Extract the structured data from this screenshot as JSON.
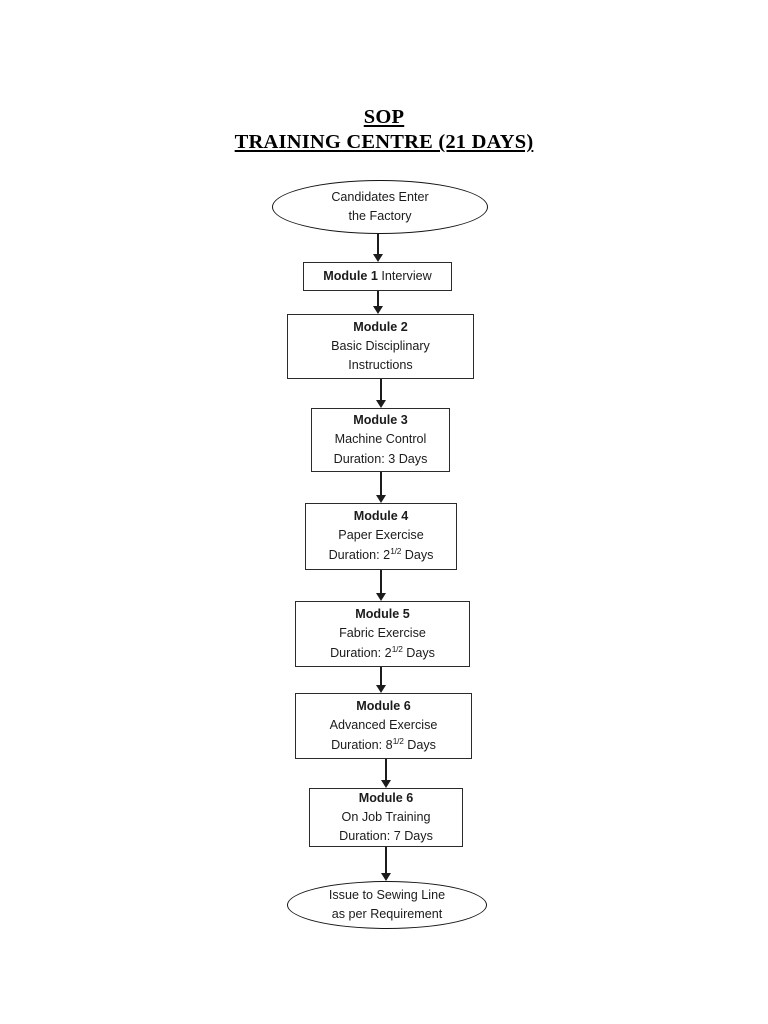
{
  "document": {
    "title_line1": "SOP",
    "title_line2": "TRAINING CENTRE (21 DAYS)"
  },
  "flowchart": {
    "type": "process-flow",
    "orientation": "top-to-bottom",
    "connector_style": "straight-arrow-down",
    "nodes": [
      {
        "id": "start",
        "shape": "ellipse",
        "lines": [
          "Candidates Enter",
          "the Factory"
        ],
        "line1": "Candidates Enter",
        "line2": "the Factory"
      },
      {
        "id": "module-1",
        "shape": "rectangle",
        "label_bold": "Module 1",
        "label_rest": " Interview",
        "line1": "Module 1 Interview"
      },
      {
        "id": "module-2",
        "shape": "rectangle",
        "heading": "Module 2",
        "line1": "Basic Disciplinary",
        "line2": "Instructions"
      },
      {
        "id": "module-3",
        "shape": "rectangle",
        "heading": "Module 3",
        "line1": "Machine Control",
        "duration_prefix": "Duration: 3 Days",
        "duration_value": "3",
        "duration_unit": "Days"
      },
      {
        "id": "module-4",
        "shape": "rectangle",
        "heading": "Module 4",
        "line1": "Paper Exercise",
        "duration_label": "Duration: ",
        "duration_whole": "2",
        "duration_fraction": "1/2",
        "duration_unit": " Days"
      },
      {
        "id": "module-5",
        "shape": "rectangle",
        "heading": "Module 5",
        "line1": "Fabric Exercise",
        "duration_label": "Duration: ",
        "duration_whole": "2",
        "duration_fraction": "1/2",
        "duration_unit": " Days"
      },
      {
        "id": "module-6-advanced",
        "shape": "rectangle",
        "heading": "Module 6",
        "line1": "Advanced Exercise",
        "duration_label": "Duration: ",
        "duration_whole": "8",
        "duration_fraction": "1/2",
        "duration_unit": " Days"
      },
      {
        "id": "module-6-ojt",
        "shape": "rectangle",
        "heading": "Module 6",
        "line1": "On Job Training",
        "duration_full": "Duration: 7 Days"
      },
      {
        "id": "end",
        "shape": "ellipse",
        "line1": "Issue to Sewing Line",
        "line2": "as per Requirement"
      }
    ]
  },
  "colors": {
    "page_background": "#ffffff",
    "shape_stroke": "#2b2b2b",
    "ellipse_stroke": "#151515",
    "connector": "#1c1c1c",
    "text": "#1b1b1b",
    "title_text": "#000000"
  }
}
